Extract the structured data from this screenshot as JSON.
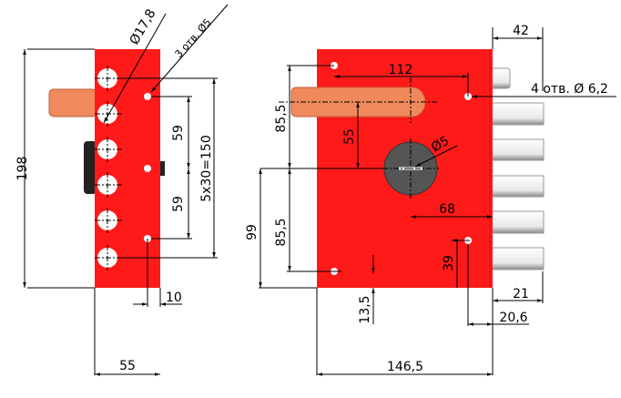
{
  "colors": {
    "plate": "#ff1a1a",
    "bolt": "#f08a5d",
    "cylinder": "#555555",
    "latch": "#e6e6e6"
  },
  "side_view": {
    "hole_diameter": "Ø17,8",
    "small_holes": "3 отв. Ø5",
    "height": "198",
    "pitch_upper": "59",
    "pitch_lower": "59",
    "bolt_spacing": "5x30=150",
    "hole_offset": "10",
    "width": "55"
  },
  "front_view": {
    "top_extension": "42",
    "hole_spacing_h": "112",
    "mount_holes": "4 отв. Ø 6,2",
    "upper_offset": "85,5",
    "bolt_to_center": "55",
    "key_diameter": "Ø5",
    "lower_offset": "85,5",
    "center_height": "99",
    "center_to_edge": "68",
    "bottom_hole": "39",
    "bottom_offset": "13,5",
    "bolt_depth": "21",
    "hole_to_edge": "20,6",
    "width": "146,5"
  }
}
